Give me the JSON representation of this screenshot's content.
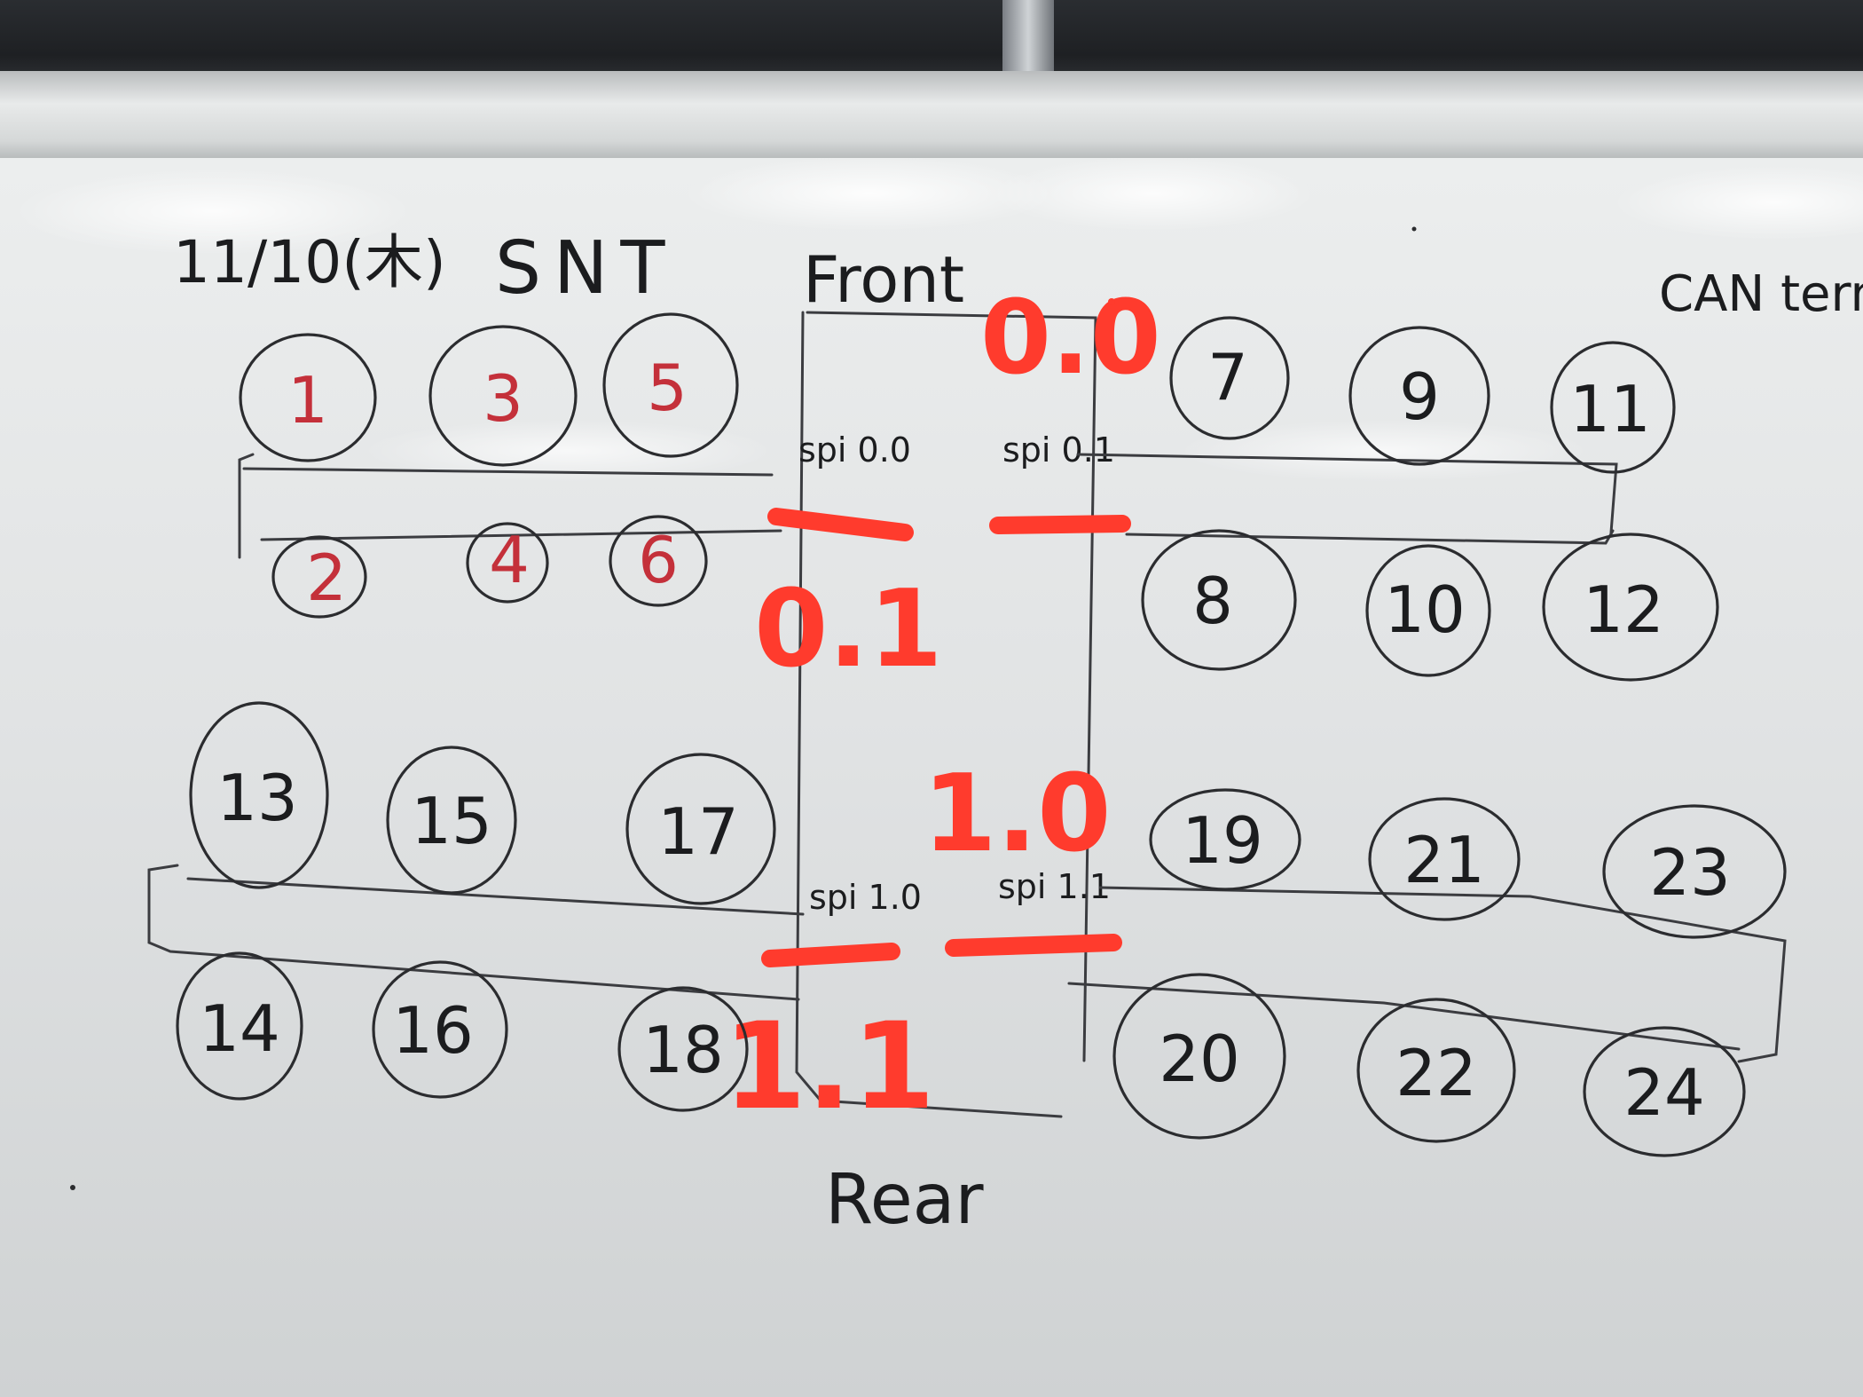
{
  "board": {
    "date_note": "11/10(木)",
    "author_note": "SNT",
    "front_label": "Front",
    "rear_label": "Rear",
    "can_label": "CAN term",
    "spi_labels": [
      "spi 0.0",
      "spi 0.1",
      "spi 1.0",
      "spi 1.1"
    ],
    "red_annotations": [
      "0.0",
      "0.1",
      "1.0",
      "1.1"
    ]
  },
  "nodes": {
    "top_left_upper": [
      "1",
      "3",
      "5"
    ],
    "top_left_lower": [
      "2",
      "4",
      "6"
    ],
    "top_right_upper": [
      "7",
      "9",
      "11"
    ],
    "top_right_lower": [
      "8",
      "10",
      "12"
    ],
    "bottom_left_upper": [
      "13",
      "15",
      "17"
    ],
    "bottom_left_lower": [
      "14",
      "16",
      "18"
    ],
    "bottom_right_upper": [
      "19",
      "21",
      "23"
    ],
    "bottom_right_lower": [
      "20",
      "22",
      "24"
    ]
  },
  "colors": {
    "marker_red": "#ff3b2d",
    "marker_dark_red": "#c4303a",
    "marker_black": "#1b1c1e"
  }
}
